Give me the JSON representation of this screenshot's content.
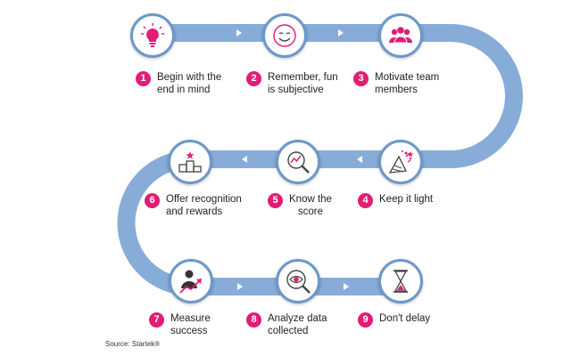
{
  "colors": {
    "track": "#88acd8",
    "node_ring": "#6c98c9",
    "accent": "#e11d74",
    "arrow": "#ffffff"
  },
  "steps": [
    {
      "num": "1",
      "label": "Begin with the\nend in mind",
      "icon": "lightbulb-icon"
    },
    {
      "num": "2",
      "label": "Remember, fun\nis subjective",
      "icon": "smiley-face-icon"
    },
    {
      "num": "3",
      "label": "Motivate team\nmembers",
      "icon": "team-people-icon"
    },
    {
      "num": "4",
      "label": "Keep it light",
      "icon": "party-popper-icon"
    },
    {
      "num": "5",
      "label": "Know the\nscore",
      "icon": "magnifier-chart-icon"
    },
    {
      "num": "6",
      "label": "Offer recognition\nand rewards",
      "icon": "podium-icon"
    },
    {
      "num": "7",
      "label": "Measure\nsuccess",
      "icon": "person-growth-icon"
    },
    {
      "num": "8",
      "label": "Analyze data\ncollected",
      "icon": "magnifier-eye-icon"
    },
    {
      "num": "9",
      "label": "Don't delay",
      "icon": "hourglass-icon"
    }
  ],
  "source": "Source: Startek®"
}
